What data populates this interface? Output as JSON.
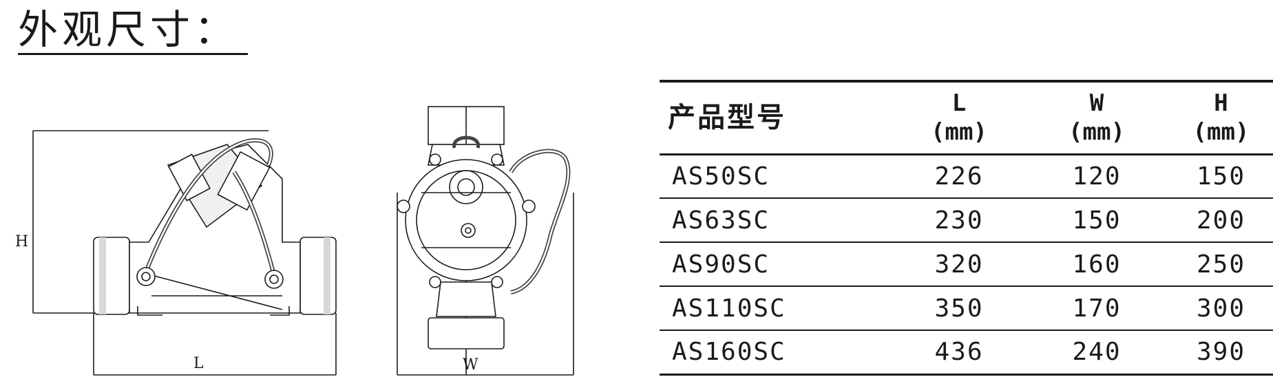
{
  "page": {
    "title": "外观尺寸："
  },
  "drawing": {
    "front_view": {
      "height_label": "H",
      "length_label": "L"
    },
    "side_view": {
      "width_label": "W"
    }
  },
  "table": {
    "headers": {
      "model": "产品型号",
      "l": {
        "name": "L",
        "unit": "(mm)"
      },
      "w": {
        "name": "W",
        "unit": "(mm)"
      },
      "h": {
        "name": "H",
        "unit": "(mm)"
      }
    },
    "rows": [
      {
        "model": "AS50SC",
        "l": "226",
        "w": "120",
        "h": "150"
      },
      {
        "model": "AS63SC",
        "l": "230",
        "w": "150",
        "h": "200"
      },
      {
        "model": "AS90SC",
        "l": "320",
        "w": "160",
        "h": "250"
      },
      {
        "model": "AS110SC",
        "l": "350",
        "w": "170",
        "h": "300"
      },
      {
        "model": "AS160SC",
        "l": "436",
        "w": "240",
        "h": "390"
      }
    ]
  }
}
